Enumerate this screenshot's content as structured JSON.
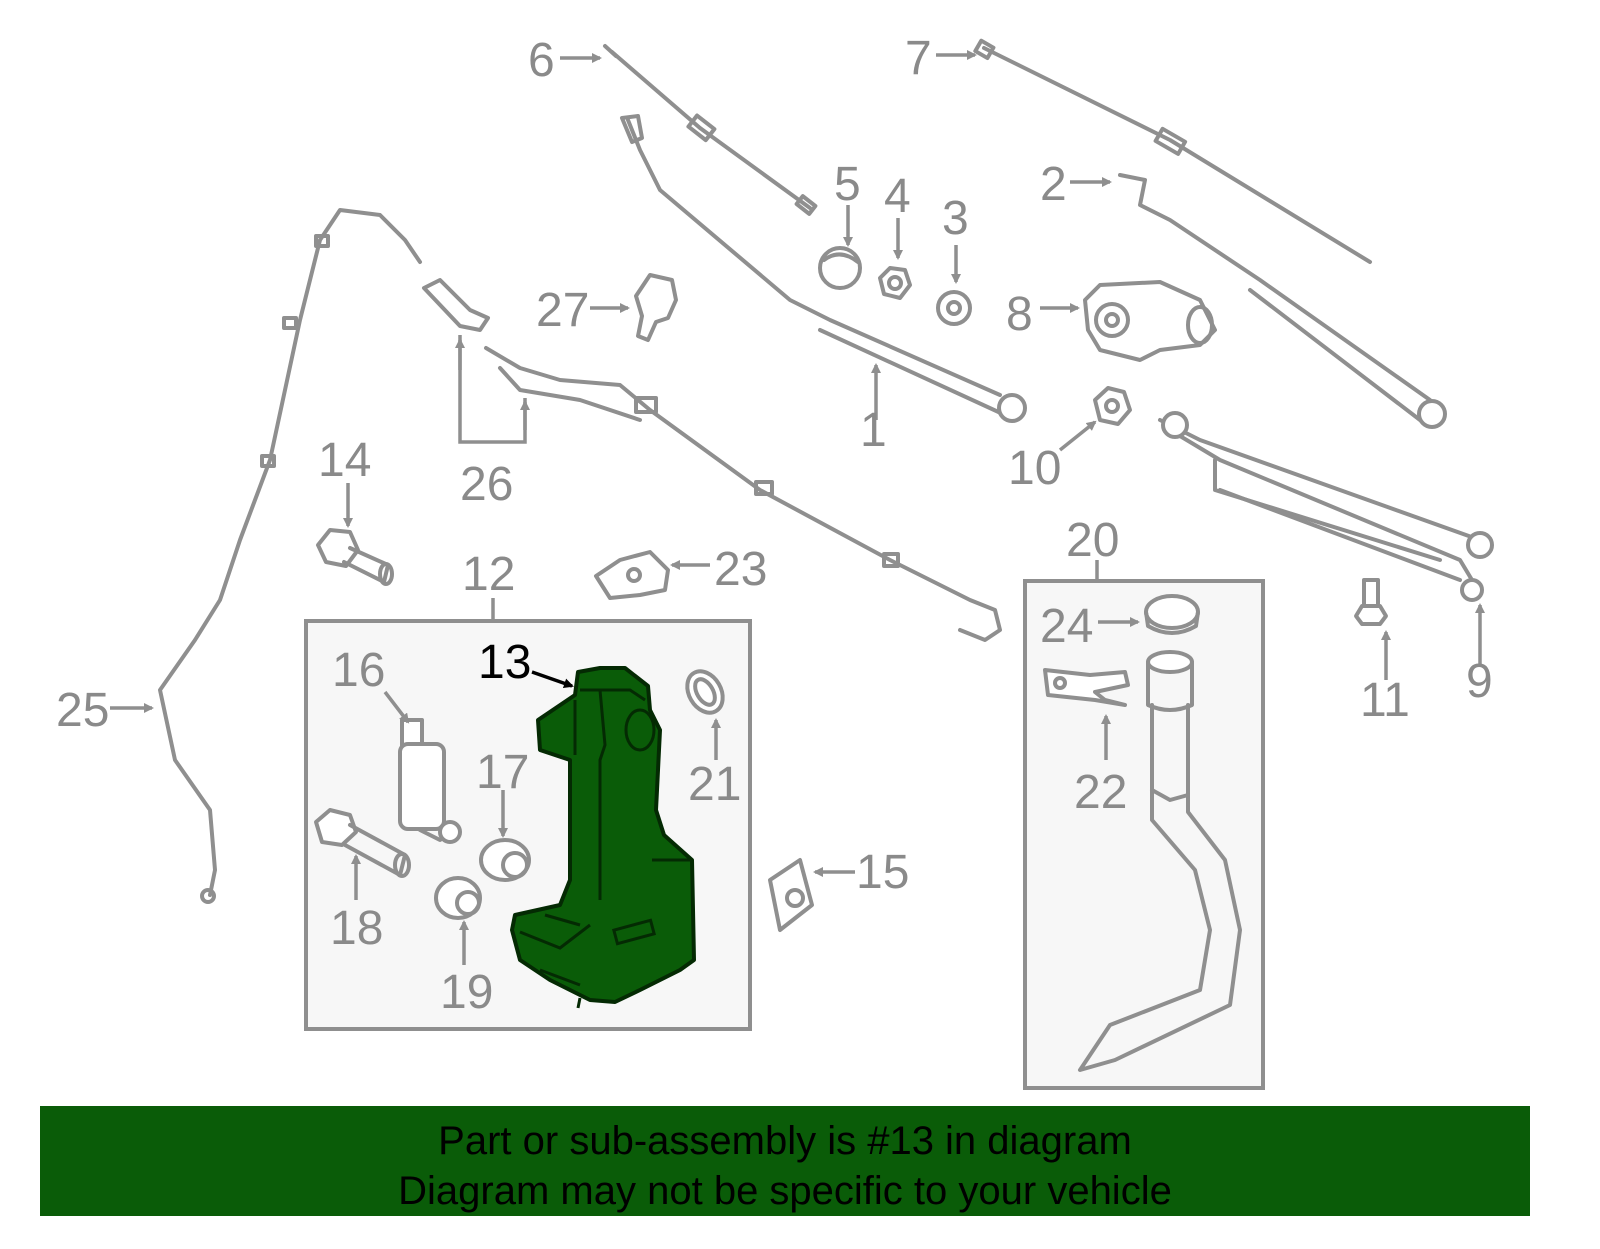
{
  "callouts": {
    "n1": "1",
    "n2": "2",
    "n3": "3",
    "n4": "4",
    "n5": "5",
    "n6": "6",
    "n7": "7",
    "n8": "8",
    "n9": "9",
    "n10": "10",
    "n11": "11",
    "n12": "12",
    "n13": "13",
    "n14": "14",
    "n15": "15",
    "n16": "16",
    "n17": "17",
    "n18": "18",
    "n19": "19",
    "n20": "20",
    "n21": "21",
    "n22": "22",
    "n23": "23",
    "n24": "24",
    "n25": "25",
    "n26": "26",
    "n27": "27"
  },
  "highlight": {
    "part_number": "13",
    "color": "#0a5c08"
  },
  "banner": {
    "line1": "Part or sub-assembly is #13 in diagram",
    "line2": "Diagram may not be specific to your vehicle",
    "color": "#0a5c08"
  }
}
